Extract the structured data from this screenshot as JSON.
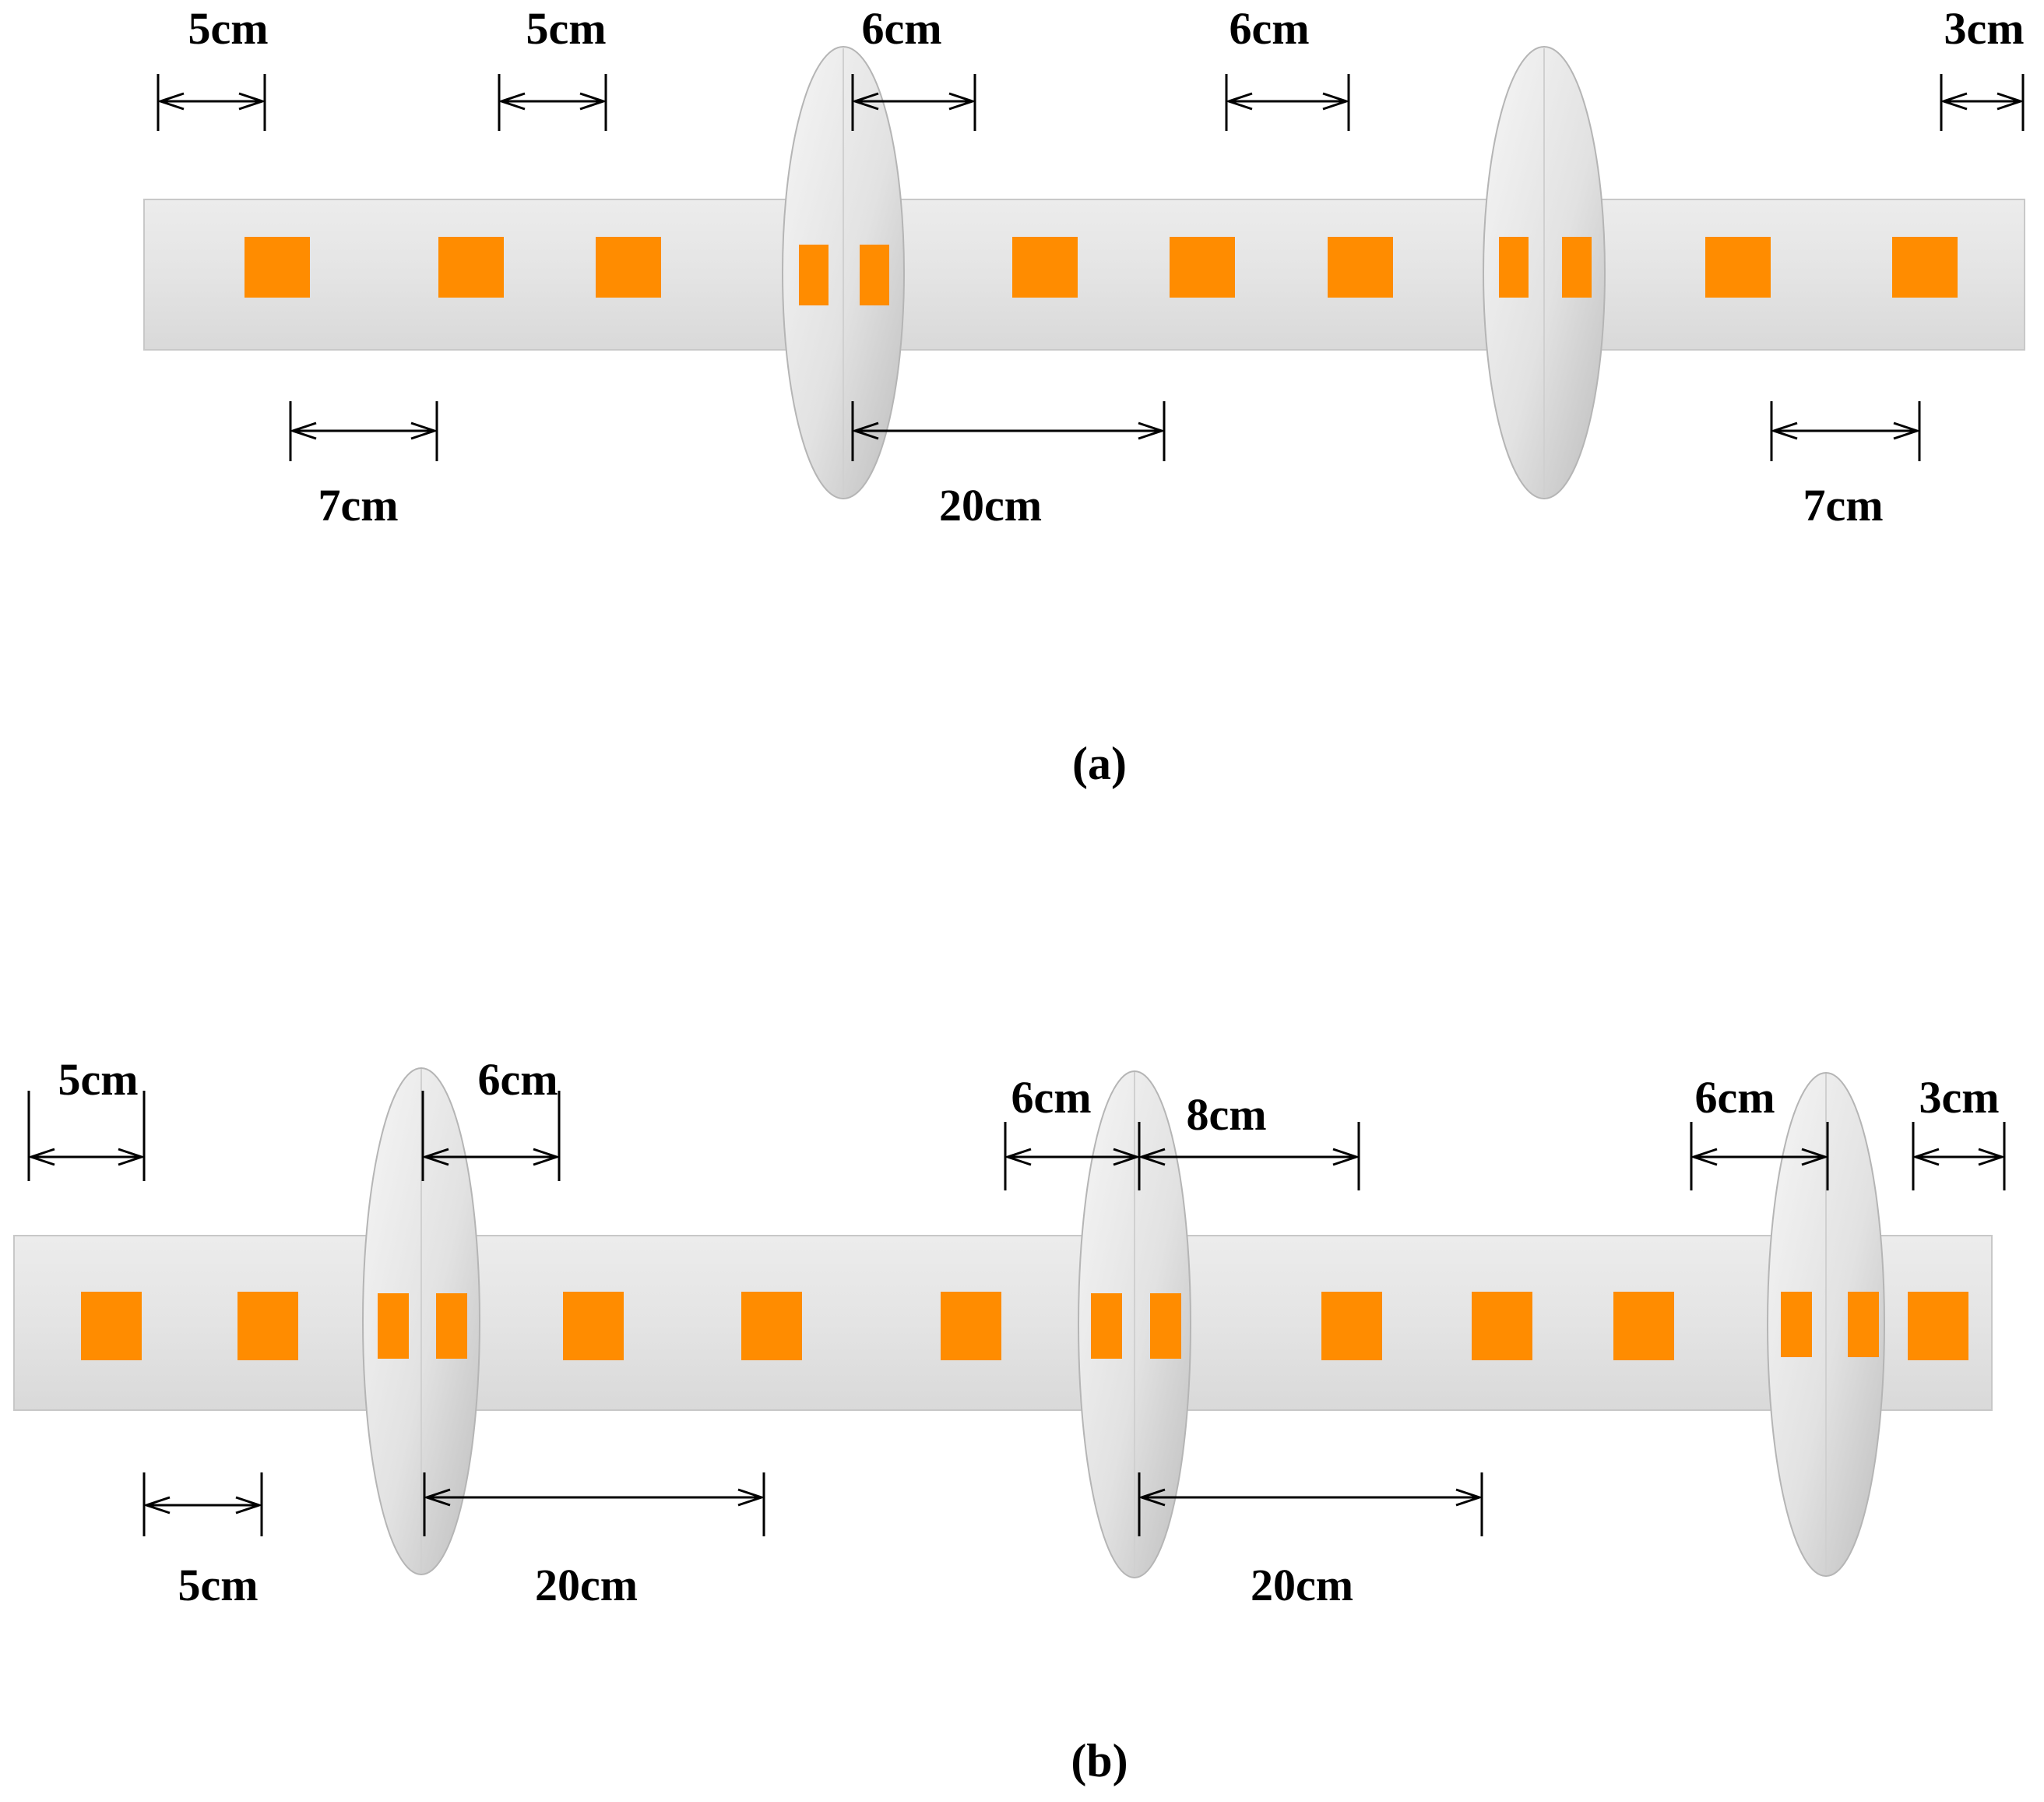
{
  "colors": {
    "pipe_fill": "#e6e6e6",
    "pipe_stroke": "#c8c8c8",
    "sensor": "#ff8c00",
    "line": "#000000",
    "lens_light": "#f3f3f3",
    "lens_dark": "#c2c2c2"
  },
  "panel_a": {
    "caption": "(a)",
    "labels": {
      "top_1": "5cm",
      "top_2": "5cm",
      "top_3": "6cm",
      "top_4": "6cm",
      "top_5": "3cm",
      "bottom_1": "7cm",
      "bottom_2": "20cm",
      "bottom_3": "7cm"
    }
  },
  "panel_b": {
    "caption": "(b)",
    "labels": {
      "top_1": "5cm",
      "top_2": "6cm",
      "top_3": "6cm",
      "top_4": "8cm",
      "top_5": "6cm",
      "top_6": "3cm",
      "bottom_1": "5cm",
      "bottom_2": "20cm",
      "bottom_3": "20cm"
    }
  }
}
